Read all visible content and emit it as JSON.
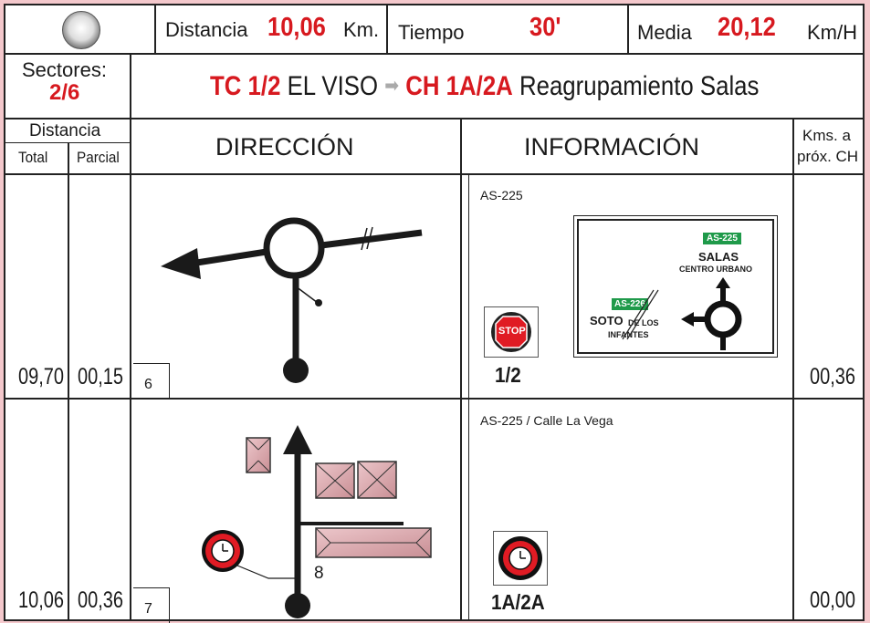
{
  "header": {
    "distance_label": "Distancia",
    "distance_value": "10,06",
    "distance_unit": "Km.",
    "time_label": "Tiempo",
    "time_value": "30'",
    "avg_label": "Media",
    "avg_value": "20,12",
    "avg_unit": "Km/H"
  },
  "sector": {
    "label": "Sectores:",
    "value": "2/6",
    "from_code": "TC 1/2",
    "from_name": "EL VISO",
    "to_code": "CH 1A/2A",
    "to_name": "Reagrupamiento Salas"
  },
  "columns": {
    "distance": "Distancia",
    "total": "Total",
    "partial": "Parcial",
    "direction": "DIRECCIÓN",
    "information": "INFORMACIÓN",
    "kms_line1": "Kms. a",
    "kms_line2": "próx. CH"
  },
  "rows": [
    {
      "total": "09,70",
      "partial": "00,15",
      "index": "6",
      "info_text": "AS-225",
      "control_icon": "stop-sign-icon",
      "control_label": "1/2",
      "control_sign_text": "STOP",
      "kms": "00,36",
      "road_sign": {
        "road_badge_top": "AS-225",
        "destination_top": "SALAS",
        "destination_sub": "CENTRO URBANO",
        "road_badge_left": "AS-226",
        "destination_left": "SOTO",
        "destination_left_small1": "DE LOS",
        "destination_left_small2": "INFANTES"
      }
    },
    {
      "total": "10,06",
      "partial": "00,36",
      "index": "7",
      "info_text": "AS-225 / Calle La Vega",
      "control_icon": "clock-control-icon",
      "control_label": "1A/2A",
      "kms": "00,00",
      "callout": "8"
    }
  ],
  "colors": {
    "accent_red": "#d7191f",
    "frame_pink": "#f4c8cc",
    "building_pink": "#d9a3a8",
    "sign_green": "#1f9a4a"
  }
}
